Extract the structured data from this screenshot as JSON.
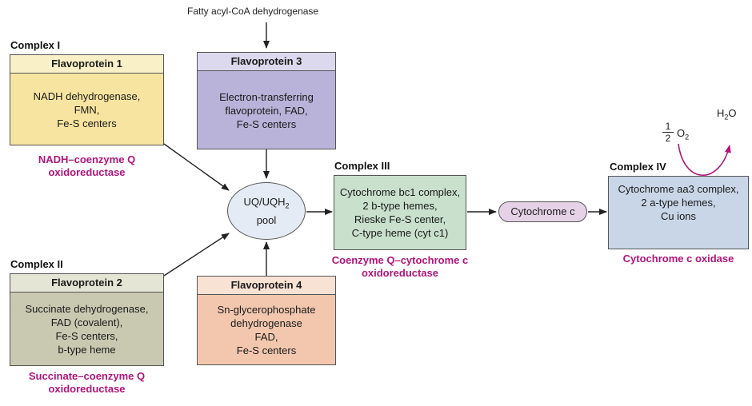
{
  "top_label": "Fatty acyl-CoA dehydrogenase",
  "complex1": {
    "label": "Complex I",
    "header": "Flavoprotein 1",
    "lines": [
      "NADH dehydrogenase,",
      "FMN,",
      "Fe-S centers"
    ],
    "name_lines": [
      "NADH–coenzyme Q",
      "oxidoreductase"
    ]
  },
  "complex2": {
    "label": "Complex II",
    "header": "Flavoprotein 2",
    "lines": [
      "Succinate dehydrogenase,",
      "FAD (covalent),",
      "Fe-S centers,",
      "b-type heme"
    ],
    "name_lines": [
      "Succinate–coenzyme Q",
      "oxidoreductase"
    ]
  },
  "fp3": {
    "header": "Flavoprotein 3",
    "lines": [
      "Electron-transferring",
      "flavoprotein, FAD,",
      "Fe-S centers"
    ]
  },
  "fp4": {
    "header": "Flavoprotein 4",
    "lines": [
      "Sn-glycerophosphate",
      "dehydrogenase",
      "FAD,",
      "Fe-S centers"
    ]
  },
  "pool": {
    "line1": "UQ/UQH",
    "line1_sub": "2",
    "line2": "pool"
  },
  "complex3": {
    "label": "Complex III",
    "lines": [
      "Cytochrome bc1 complex,",
      "2 b-type hemes,",
      "Rieske Fe-S center,",
      "C-type heme (cyt c1)"
    ],
    "name_lines": [
      "Coenzyme Q–cytochrome c",
      "oxidoreductase"
    ]
  },
  "cytc": {
    "label": "Cytochrome c"
  },
  "complex4": {
    "label": "Complex IV",
    "lines": [
      "Cytochrome aa3 complex,",
      "2 a-type hemes,",
      "Cu ions"
    ],
    "name": "Cytochrome c oxidase"
  },
  "oxygen": {
    "frac_num": "1",
    "frac_den": "2",
    "o2": "O",
    "o2_sub": "2",
    "water": "H",
    "water_sub": "2",
    "water_tail": "O"
  },
  "colors": {
    "fp1": "#f7e4a0",
    "fp1_head": "#faf0c8",
    "fp3": "#b9b2d9",
    "fp3_head": "#dcd8ee",
    "fp2": "#c8c9b0",
    "fp2_head": "#e4e5d4",
    "fp4": "#f2c7ae",
    "fp4_head": "#f8e2d4",
    "c3": "#c8e0cc",
    "c4": "#c9d6e8",
    "cytc": "#e5d2e6",
    "pool": "#e4ebf5",
    "accent": "#b0157a"
  }
}
